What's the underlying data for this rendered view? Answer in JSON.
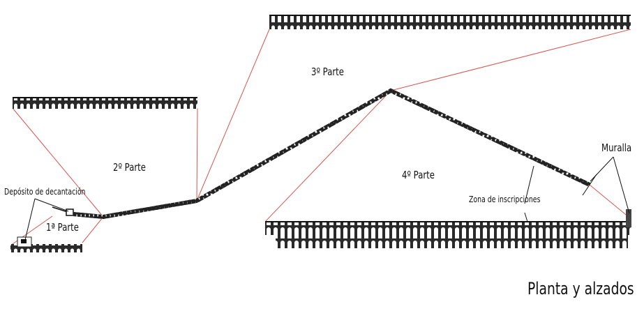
{
  "labels": {
    "deposito": "Depósito de decantación",
    "parte1": "1ª Parte",
    "parte2": "2º Parte",
    "parte3": "3º Parte",
    "parte4": "4º Parte",
    "inscripciones": "Zona de inscripciones",
    "muralla": "Muralla",
    "title": "Planta y alzados"
  },
  "colors": {
    "projection_line": "#d9544f",
    "ink": "#1a1a1a"
  }
}
